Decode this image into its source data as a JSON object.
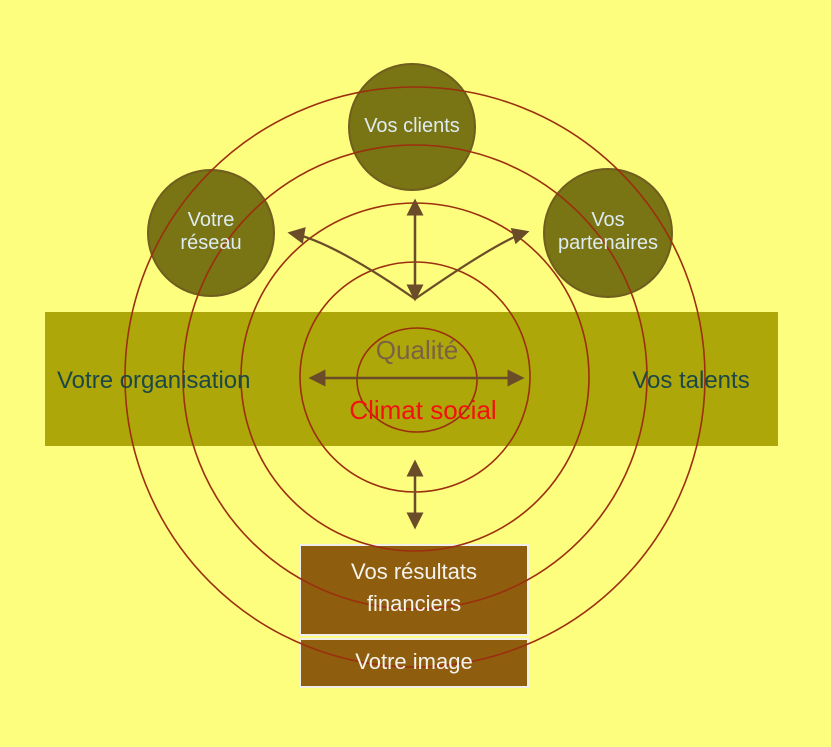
{
  "diagram": {
    "title": "organizational-environment-diagram",
    "nodes": {
      "top": "Vos clients",
      "left": "Votre réseau",
      "right": "Vos partenaires"
    },
    "band": {
      "left_label": "Votre organisation",
      "right_label": "Vos talents"
    },
    "center": {
      "qualite": "Qualité",
      "climat_social": "Climat social"
    },
    "bottom_box": {
      "results": "Vos résultats financiers",
      "image": "Votre image"
    },
    "colors": {
      "background": "#FDFD7E",
      "band_fill": "#ADA70A",
      "node_fill": "#797414",
      "node_stroke": "#6F5E1E",
      "ring_stroke": "#9B2F0E",
      "arrow": "#6B4C28",
      "box_fill": "#8E5E0E",
      "box_stroke": "#F2EFEA",
      "node_text": "#DEECF2",
      "band_text": "#1C4747",
      "qualite_text": "#7C6143",
      "climat_text": "#F31010",
      "box_text": "#F4F2EC"
    }
  }
}
